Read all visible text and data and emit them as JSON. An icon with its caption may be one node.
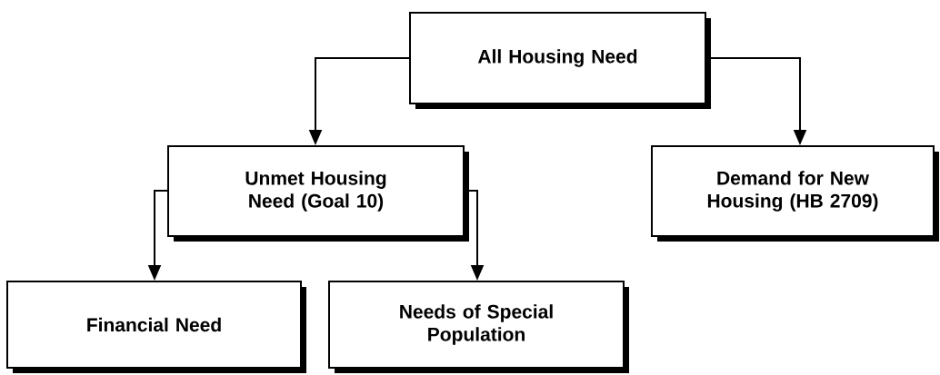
{
  "diagram": {
    "nodes": [
      {
        "text": [
          "All Housing Need"
        ]
      },
      {
        "text": [
          "Unmet Housing Need (Goal 10)"
        ]
      },
      {
        "text": [
          "Demand for New Housing (HB 2709)"
        ]
      },
      {
        "text": [
          "Financial Need"
        ]
      },
      {
        "text": [
          "Needs of Special Population"
        ]
      }
    ],
    "edges": [
      {
        "from": 0,
        "to": 1,
        "arrow": "to"
      },
      {
        "from": 0,
        "to": 2,
        "arrow": "to"
      },
      {
        "from": 1,
        "to": 3,
        "arrow": "to"
      },
      {
        "from": 1,
        "to": 4,
        "arrow": "to"
      }
    ]
  }
}
